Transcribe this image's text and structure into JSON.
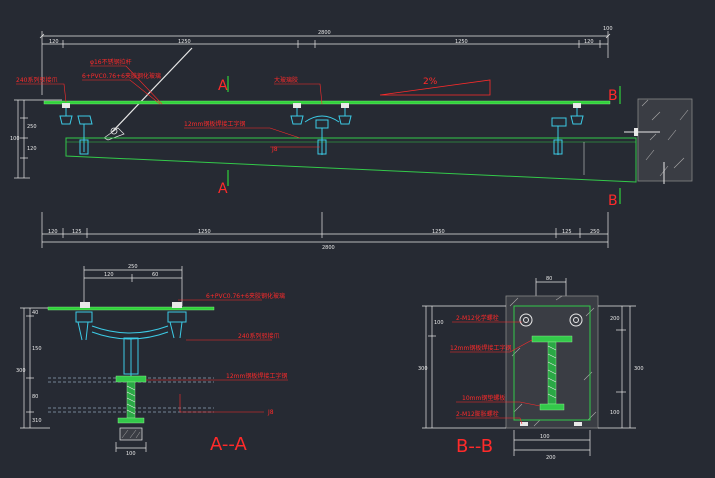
{
  "colors": {
    "background": "#262a33",
    "glass": "#2fd13a",
    "steel": "#33c94a",
    "fitting": "#3ccbe6",
    "dims": "#e8e8e8",
    "labels": "#ff2a2a",
    "wall": "#888888"
  },
  "elevation": {
    "top_dims": {
      "total": "2800",
      "d1": "120",
      "d2": "1250",
      "d3": "1250",
      "d4": "120",
      "d5": "100"
    },
    "bottom_dims": {
      "total": "2800",
      "d1": "120",
      "d2": "125",
      "d3": "1250",
      "d4": "1250",
      "d5": "125",
      "d6": "250"
    },
    "left_dims": {
      "d1": "100",
      "d2": "250",
      "d3": "120"
    },
    "labels": {
      "hanging_rod": "φ16不锈钢拉杆",
      "glass_top": "6+PVC0.76+6夹胶钢化玻璃",
      "spider": "240系列驳接爪",
      "sealant": "大玻璃胶",
      "slope": "2%",
      "beam": "12mm钢板焊接工字钢",
      "beam_code": "J8"
    },
    "section_marks": {
      "a_top": "A",
      "a_bottom": "A",
      "b_top": "B",
      "b_bottom": "B"
    }
  },
  "section_aa": {
    "title": "A--A",
    "top_dims": {
      "total": "250",
      "d1": "120",
      "d2": "60"
    },
    "left_dims": {
      "d1": "40",
      "d2": "150",
      "d3": "80",
      "d4": "300",
      "d5": "310"
    },
    "bottom_dim": "100",
    "labels": {
      "glass": "6+PVC0.76+6夹胶钢化玻璃",
      "spider": "240系列驳接爪",
      "beam": "12mm钢板焊接工字钢",
      "beam_code": "J8"
    }
  },
  "section_bb": {
    "title": "B--B",
    "top_dim": "80",
    "bottom_dims": {
      "d1": "100",
      "d2": "200"
    },
    "left_dims": {
      "d1": "100",
      "d2": "300"
    },
    "right_dims": {
      "d1": "200",
      "d2": "100",
      "d3": "300"
    },
    "labels": {
      "chem_bolt": "2-M12化学螺栓",
      "beam": "12mm钢板焊接工字钢",
      "bolt_plate": "10mm钢垫螺板",
      "anchor": "2-M12膨胀螺栓"
    }
  }
}
